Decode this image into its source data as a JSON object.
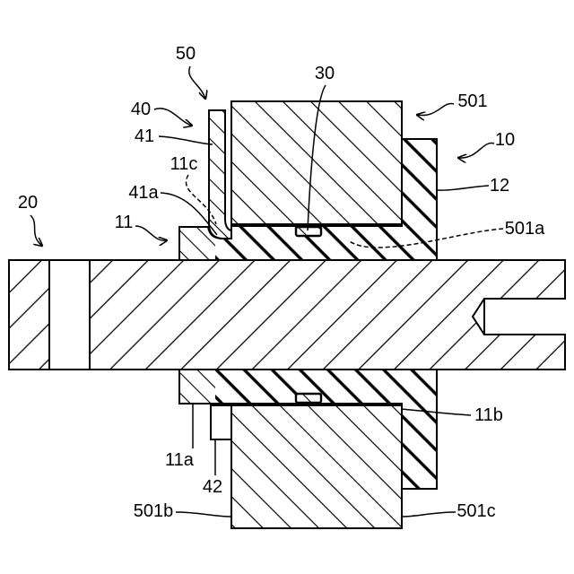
{
  "labels": {
    "l50": "50",
    "l30": "30",
    "l501": "501",
    "l40": "40",
    "l41": "41",
    "l10": "10",
    "l11c": "11c",
    "l12": "12",
    "l41a": "41a",
    "l20": "20",
    "l11": "11",
    "l501a": "501a",
    "l11b": "11b",
    "l11a": "11a",
    "l42": "42",
    "l501b": "501b",
    "l501c": "501c"
  },
  "colors": {
    "line": "#000000",
    "background": "#ffffff"
  }
}
